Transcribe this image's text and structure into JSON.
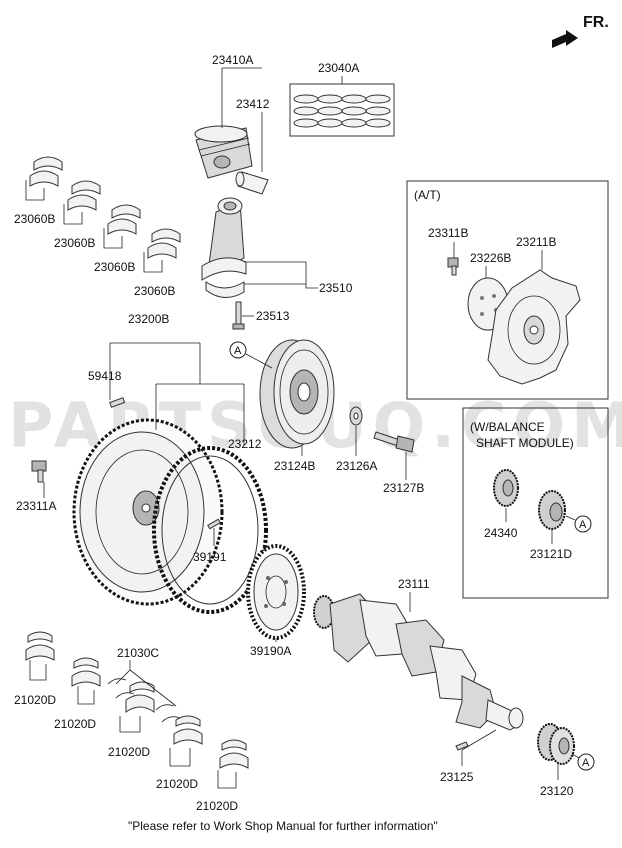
{
  "direction_label": "FR.",
  "watermark": "PARTSOUQ.COM",
  "footer_note": "\"Please refer to Work Shop Manual for further information\"",
  "reference_marker": "A",
  "sections": {
    "automatic_transmission": "(A/T)",
    "balance_shaft_line1": "(W/BALANCE",
    "balance_shaft_line2": "SHAFT MODULE)"
  },
  "parts": {
    "piston_assy": "23410A",
    "piston_rings": "23040A",
    "piston_pin": "23412",
    "conn_rod_bearing_1": "23060B",
    "conn_rod_bearing_2": "23060B",
    "conn_rod_bearing_3": "23060B",
    "conn_rod_bearing_4": "23060B",
    "connecting_rod": "23510",
    "conn_rod_bolt": "23513",
    "flywheel_assy": "23200B",
    "dowel_pin": "59418",
    "flywheel_bolt": "23311A",
    "ring_gear": "23212",
    "damper_pulley": "23124B",
    "pulley_washer": "23126A",
    "pulley_bolt": "23127B",
    "at_bolt": "23311B",
    "at_adapter_plate": "23226B",
    "drive_plate": "23211B",
    "balance_gear": "24340",
    "balance_sprocket": "23121D",
    "pin": "39191",
    "target_wheel": "39190A",
    "crankshaft": "23111",
    "thrust_washer": "21030C",
    "main_bearing_1": "21020D",
    "main_bearing_2": "21020D",
    "main_bearing_3": "21020D",
    "main_bearing_4": "21020D",
    "main_bearing_5": "21020D",
    "crank_key": "23125",
    "crank_sprocket": "23120"
  }
}
